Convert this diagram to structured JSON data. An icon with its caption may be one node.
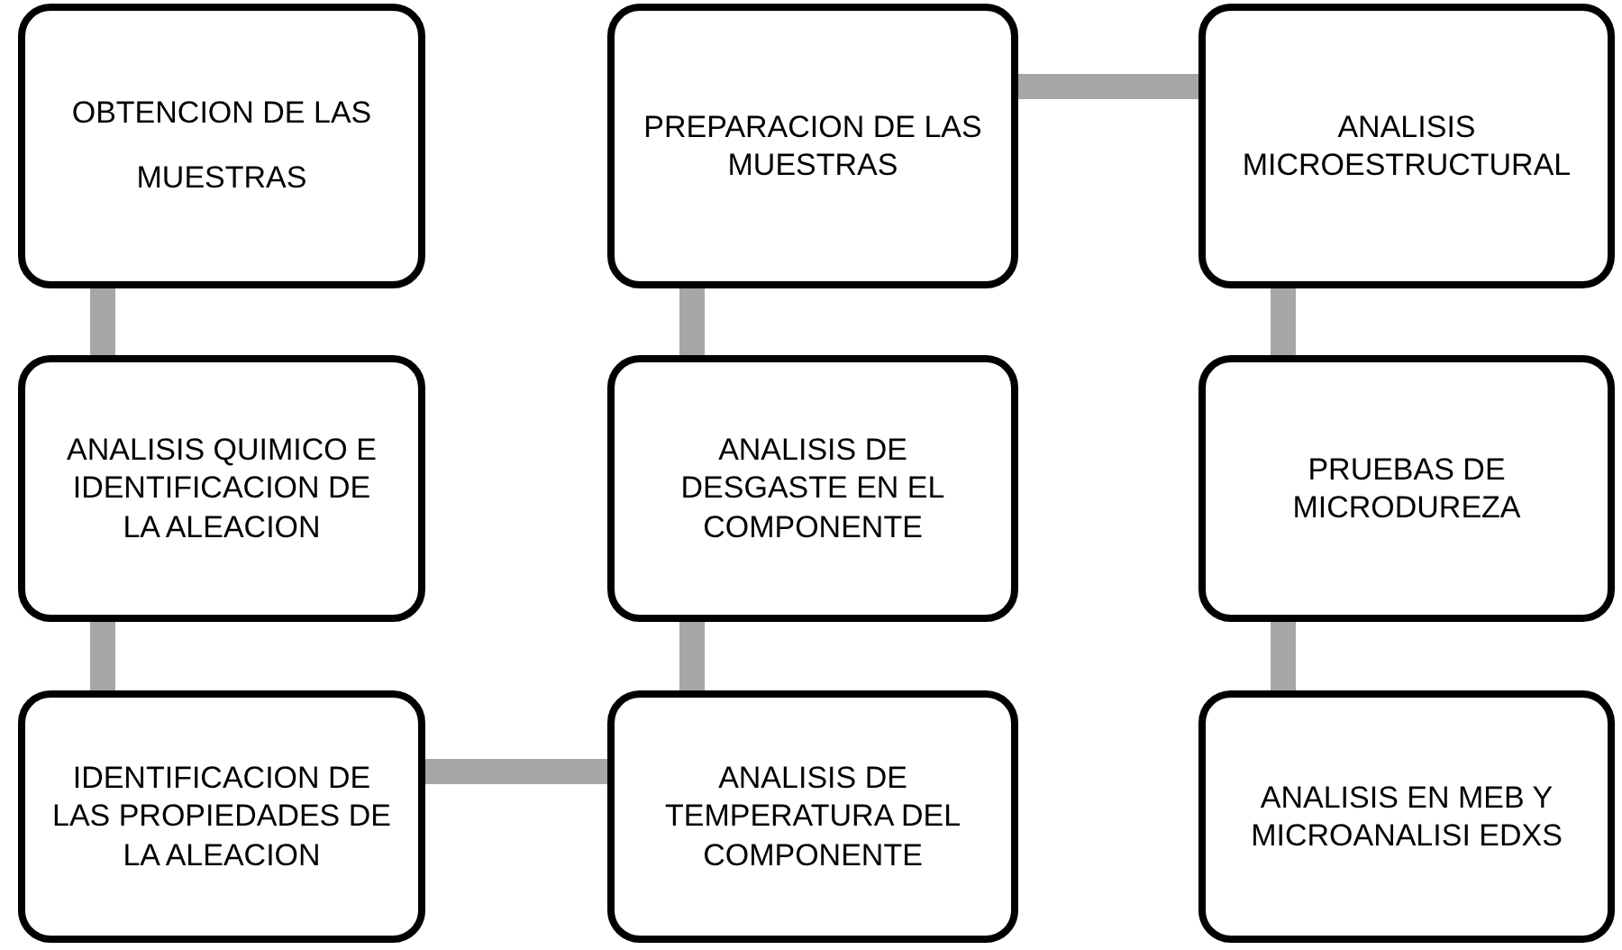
{
  "diagram": {
    "nodes": [
      {
        "text": [
          "OBTENCION DE LAS MUESTRAS"
        ]
      },
      {
        "text": [
          "ANALISIS QUIMICO E IDENTIFICACION DE LA ALEACION"
        ]
      },
      {
        "text": [
          "IDENTIFICACION DE LAS PROPIEDADES DE LA ALEACION"
        ]
      },
      {
        "text": [
          "ANALISIS DE TEMPERATURA DEL COMPONENTE"
        ]
      },
      {
        "text": [
          "ANALISIS DE DESGASTE EN EL COMPONENTE"
        ]
      },
      {
        "text": [
          "PREPARACION DE LAS MUESTRAS"
        ]
      },
      {
        "text": [
          "ANALISIS MICROESTRUCTURAL"
        ]
      },
      {
        "text": [
          "PRUEBAS DE MICRODUREZA"
        ]
      },
      {
        "text": [
          "ANALISIS EN MEB Y MICROANALISI EDXS"
        ]
      }
    ],
    "edges": [
      {
        "from": 0,
        "to": 1,
        "arrow": "none"
      },
      {
        "from": 1,
        "to": 2,
        "arrow": "none"
      },
      {
        "from": 2,
        "to": 3,
        "arrow": "none"
      },
      {
        "from": 3,
        "to": 4,
        "arrow": "none"
      },
      {
        "from": 4,
        "to": 5,
        "arrow": "none"
      },
      {
        "from": 5,
        "to": 6,
        "arrow": "none"
      },
      {
        "from": 6,
        "to": 7,
        "arrow": "none"
      },
      {
        "from": 7,
        "to": 8,
        "arrow": "none"
      }
    ]
  }
}
